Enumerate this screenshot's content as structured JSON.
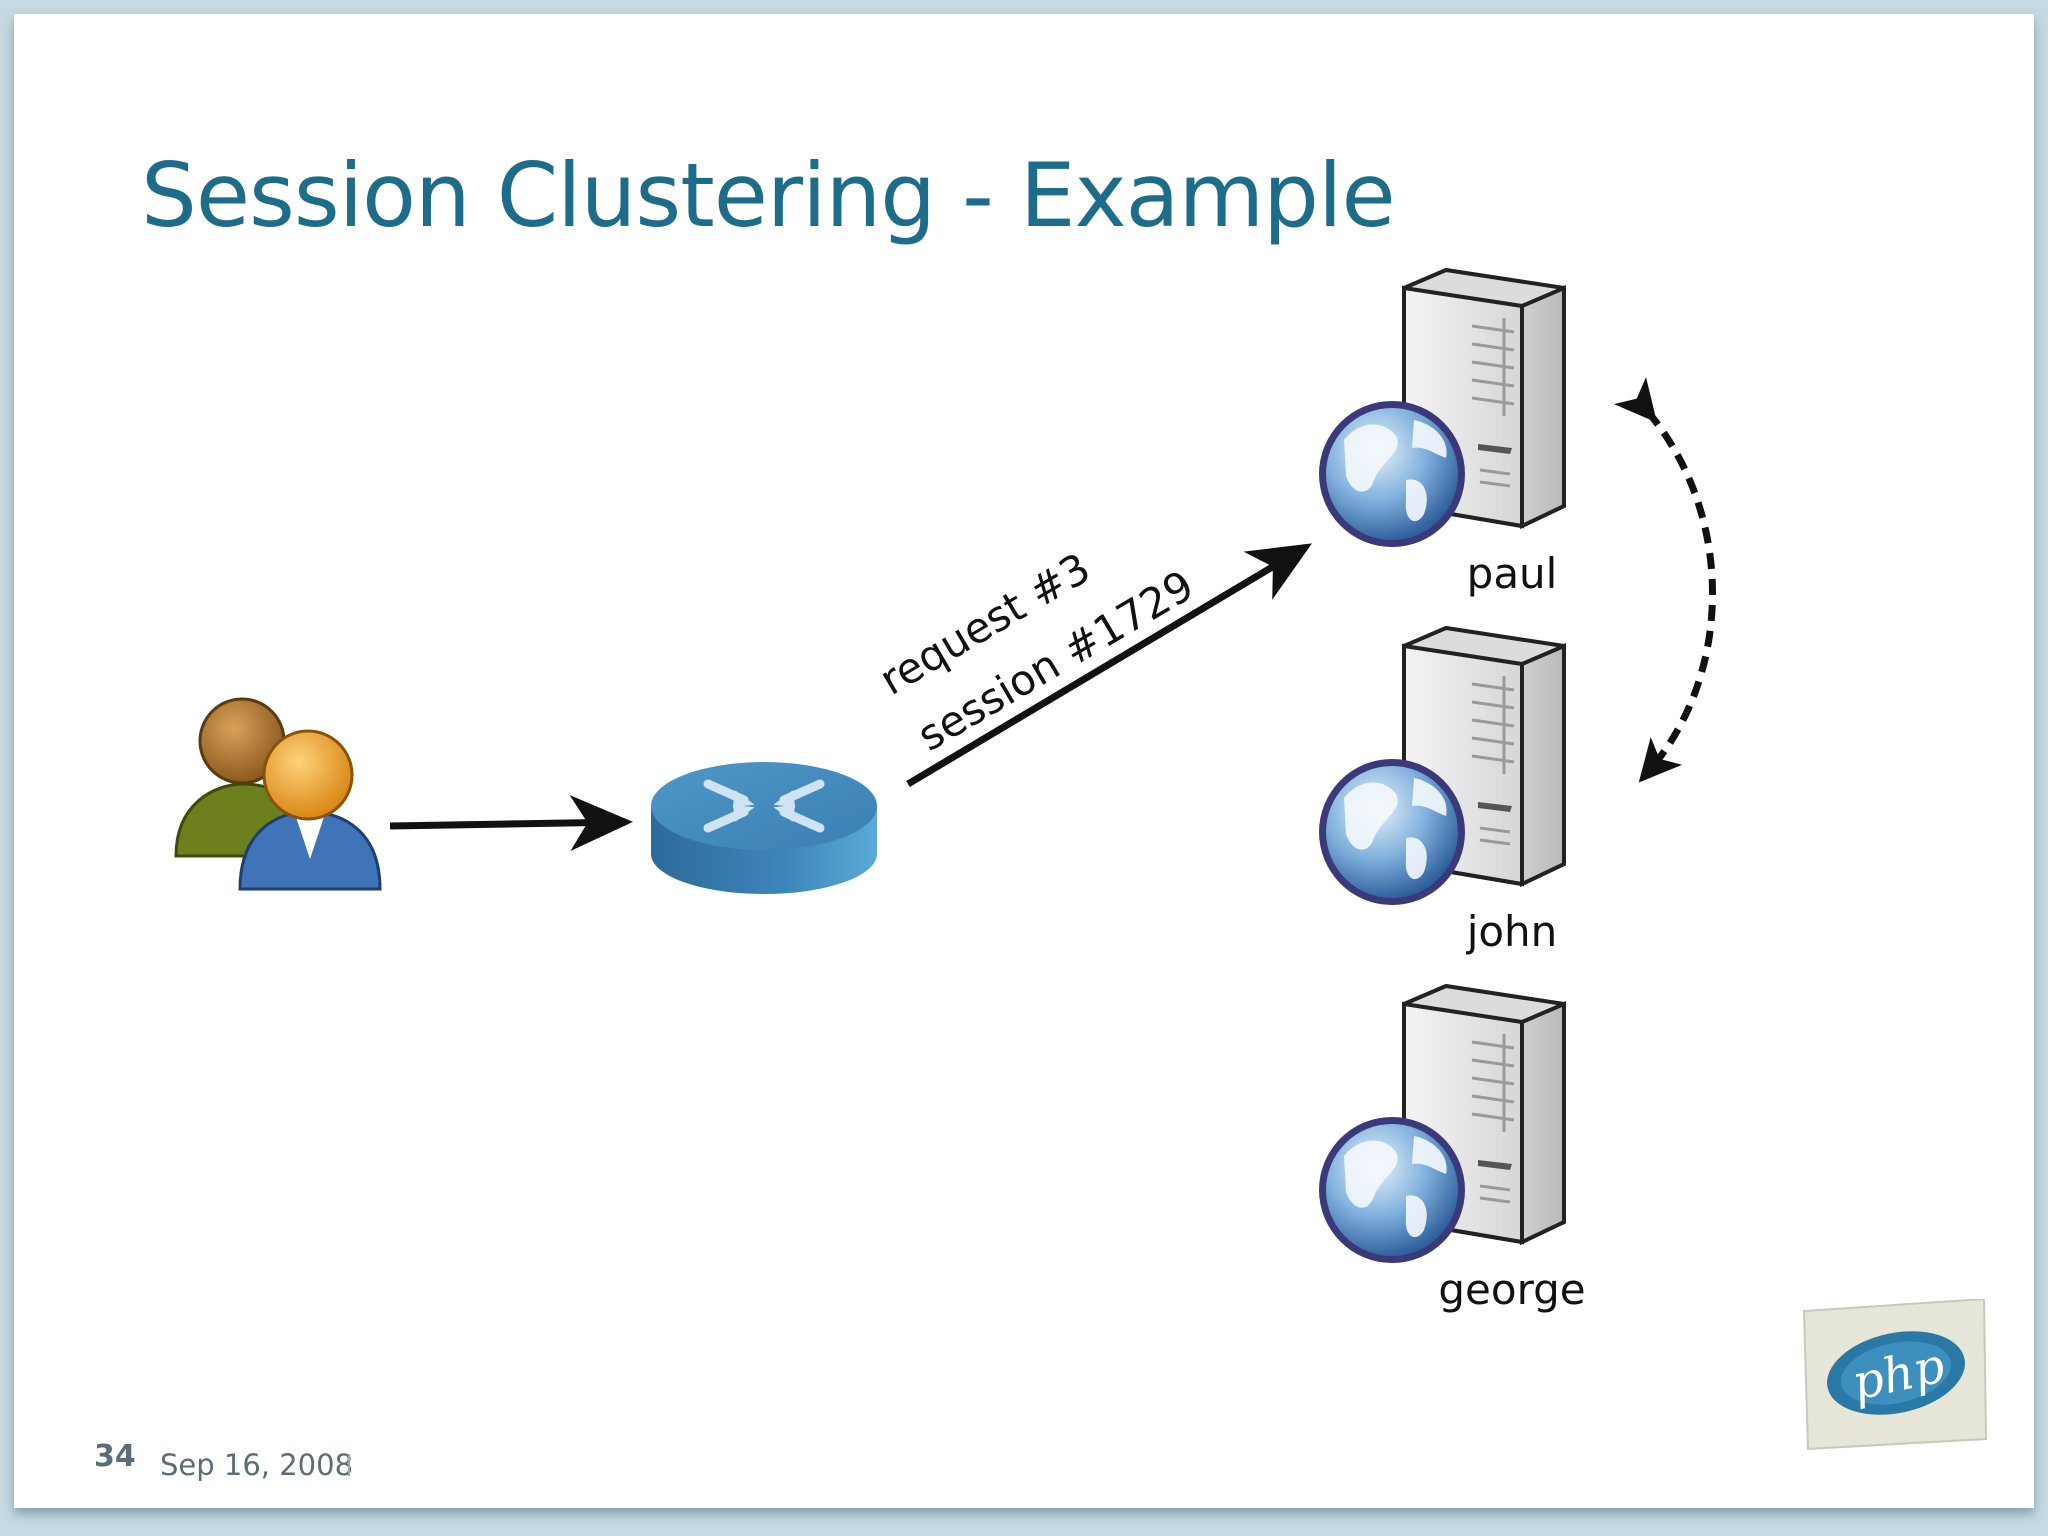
{
  "slide": {
    "title": "Session Clustering - Example",
    "page_number": "34",
    "date": "Sep 16, 2008"
  },
  "diagram": {
    "request_label": "request #3",
    "session_label": "session #1729",
    "servers": [
      {
        "name": "paul"
      },
      {
        "name": "john"
      },
      {
        "name": "george"
      }
    ]
  },
  "logo": {
    "text": "php",
    "icon": "zend-php-logo"
  },
  "colors": {
    "title": "#1d6c8a",
    "router": "#3f86b8",
    "footer": "#5a6d78",
    "background_frame": "#c5d9e2"
  }
}
